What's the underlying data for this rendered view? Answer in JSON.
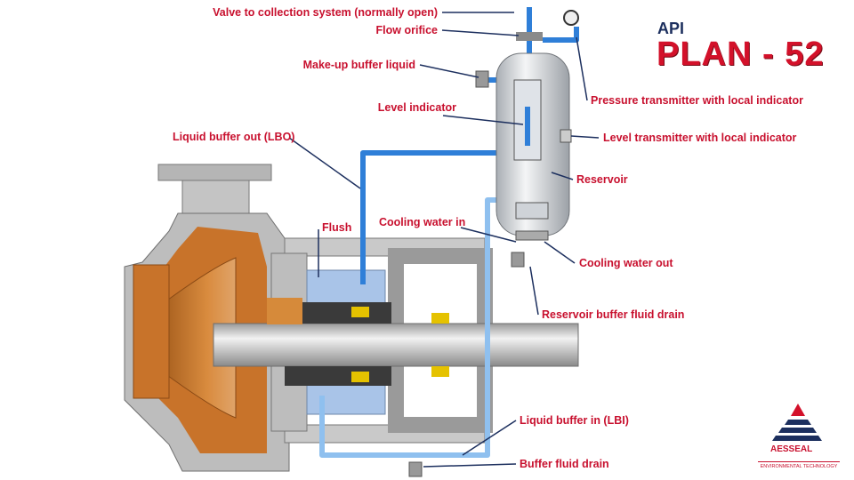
{
  "title": {
    "prefix": "API",
    "main": "PLAN - 52"
  },
  "labels": {
    "valve_collection": "Valve to collection system (normally open)",
    "flow_orifice": "Flow orifice",
    "makeup": "Make-up buffer liquid",
    "level_indicator": "Level indicator",
    "lbo": "Liquid buffer out (LBO)",
    "pressure_transmitter": "Pressure transmitter with local indicator",
    "level_transmitter": "Level transmitter with local indicator",
    "reservoir": "Reservoir",
    "flush": "Flush",
    "cooling_in": "Cooling water in",
    "cooling_out": "Cooling water out",
    "reservoir_drain": "Reservoir buffer fluid drain",
    "lbi": "Liquid buffer in (LBI)",
    "buffer_drain": "Buffer fluid drain"
  },
  "logo": {
    "name": "AESSEAL",
    "tagline": "ENVIRONMENTAL TECHNOLOGY"
  },
  "colors": {
    "label": "#c8102e",
    "pipe": "#2f7fd8",
    "leader": "#1c2f5e",
    "casing": "#b9b9b9",
    "impeller": "#c8732a"
  }
}
